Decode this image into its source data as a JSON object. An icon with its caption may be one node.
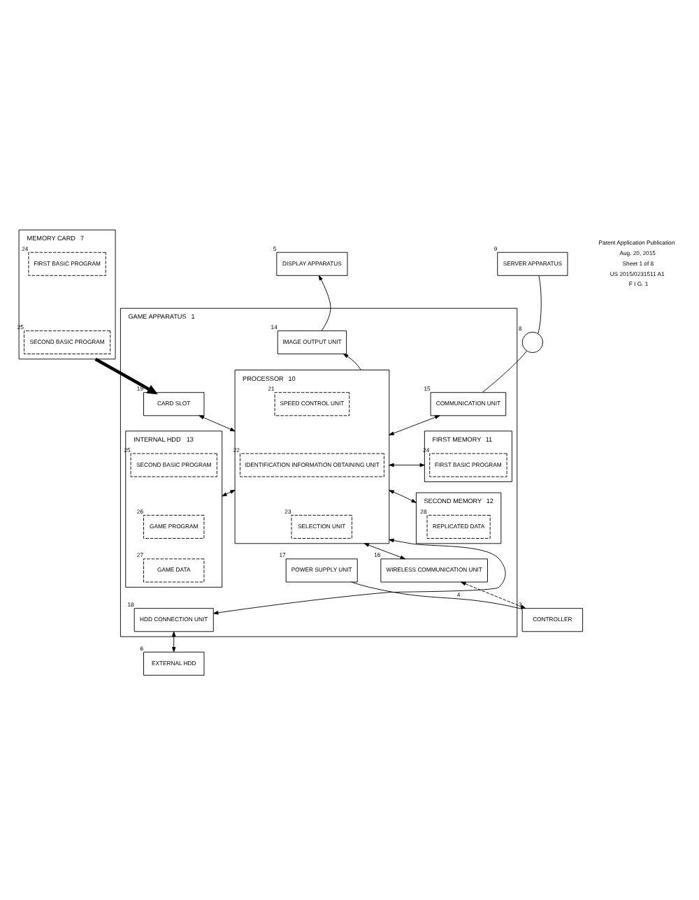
{
  "diagram": {
    "nodes": [
      {
        "text": [
          "MEMORY CARD"
        ],
        "beside": [
          "7"
        ]
      },
      {
        "text": [
          "FIRST BASIC PROGRAM"
        ],
        "in": 0,
        "beside": [
          "24"
        ]
      },
      {
        "text": [
          "SECOND BASIC PROGRAM"
        ],
        "in": 0,
        "beside": [
          "25"
        ]
      },
      {
        "text": [
          "DISPLAY APPARATUS"
        ],
        "beside": [
          "5"
        ]
      },
      {
        "text": [
          "SERVER APPARATUS"
        ],
        "beside": [
          "9"
        ]
      },
      {
        "text": [],
        "shape": "circle",
        "beside": [
          "8"
        ]
      },
      {
        "text": [
          "GAME APPARATUS"
        ],
        "beside": [
          "1"
        ]
      },
      {
        "text": [
          "CARD SLOT"
        ],
        "in": 6,
        "beside": [
          "19"
        ]
      },
      {
        "text": [
          "IMAGE OUTPUT UNIT"
        ],
        "in": 6,
        "beside": [
          "14"
        ]
      },
      {
        "text": [
          "COMMUNICATION UNIT"
        ],
        "in": 6,
        "beside": [
          "15"
        ]
      },
      {
        "text": [
          "INTERNAL HDD"
        ],
        "in": 6,
        "beside": [
          "13"
        ]
      },
      {
        "text": [
          "SECOND BASIC PROGRAM"
        ],
        "in": 10,
        "beside": [
          "25"
        ]
      },
      {
        "text": [
          "GAME PROGRAM"
        ],
        "in": 10,
        "beside": [
          "26"
        ]
      },
      {
        "text": [
          "GAME DATA"
        ],
        "in": 10,
        "beside": [
          "27"
        ]
      },
      {
        "text": [
          "PROCESSOR"
        ],
        "in": 6,
        "beside": [
          "10"
        ]
      },
      {
        "text": [
          "SPEED CONTROL UNIT"
        ],
        "in": 14,
        "beside": [
          "21"
        ]
      },
      {
        "text": [
          "IDENTIFICATION INFORMATION OBTAINING UNIT"
        ],
        "in": 14,
        "beside": [
          "22"
        ]
      },
      {
        "text": [
          "SELECTION UNIT"
        ],
        "in": 14,
        "beside": [
          "23"
        ]
      },
      {
        "text": [
          "FIRST MEMORY"
        ],
        "in": 6,
        "beside": [
          "11"
        ]
      },
      {
        "text": [
          "FIRST BASIC PROGRAM"
        ],
        "in": 18,
        "beside": [
          "24"
        ]
      },
      {
        "text": [
          "SECOND MEMORY"
        ],
        "in": 6,
        "beside": [
          "12"
        ]
      },
      {
        "text": [
          "REPLICATED DATA"
        ],
        "in": 20,
        "beside": [
          "28"
        ]
      },
      {
        "text": [
          "HDD CONNECTION UNIT"
        ],
        "in": 6,
        "beside": [
          "18"
        ]
      },
      {
        "text": [
          "POWER SUPPLY UNIT"
        ],
        "in": 6,
        "beside": [
          "17"
        ]
      },
      {
        "text": [
          "WIRELESS COMMUNICATION UNIT"
        ],
        "in": 6,
        "beside": [
          "16"
        ]
      },
      {
        "text": [
          "EXTERNAL HDD"
        ],
        "beside": [
          "6"
        ]
      },
      {
        "text": [
          "CONTROLLER"
        ],
        "beside": [
          "3"
        ]
      }
    ],
    "edges": [
      {
        "from": 0,
        "to": 7,
        "arrow": "to",
        "style": "thick"
      },
      {
        "from": 8,
        "to": 3,
        "arrow": "to"
      },
      {
        "from": 4,
        "to": 5,
        "arrow": "none"
      },
      {
        "from": 5,
        "to": 9,
        "arrow": "none"
      },
      {
        "from": 7,
        "to": 14,
        "arrow": "both"
      },
      {
        "from": 14,
        "to": 8,
        "arrow": "to"
      },
      {
        "from": 9,
        "to": 14,
        "arrow": "both"
      },
      {
        "from": 14,
        "to": 18,
        "arrow": "both"
      },
      {
        "from": 10,
        "to": 14,
        "arrow": "both"
      },
      {
        "from": 14,
        "to": 20,
        "arrow": "both"
      },
      {
        "from": 22,
        "to": 14,
        "arrow": "both"
      },
      {
        "from": 14,
        "to": 24,
        "arrow": "both"
      },
      {
        "from": 22,
        "to": 25,
        "arrow": "both"
      },
      {
        "from": 23,
        "to": 26,
        "arrow": "none",
        "label": "4"
      },
      {
        "from": 24,
        "to": 26,
        "arrow": "both",
        "style": "dashed"
      }
    ],
    "labels": [
      "Patent Application Publication",
      "Aug. 20, 2015",
      "Sheet 1 of 8",
      "US 2015/0231511 A1",
      "F I G. 1"
    ]
  }
}
